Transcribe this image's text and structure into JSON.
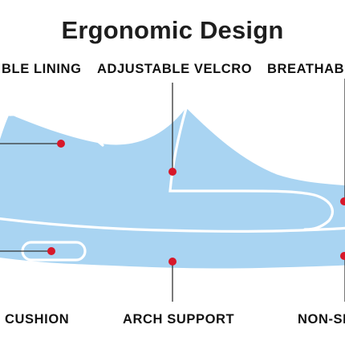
{
  "title": "Ergonomic Design",
  "labels": {
    "top_left": "BLE LINING",
    "top_center": "ADJUSTABLE VELCRO",
    "top_right": "BREATHABI",
    "bottom_left": "CUSHION",
    "bottom_center": "ARCH SUPPORT",
    "bottom_right": "NON-SL"
  },
  "colors": {
    "shoe_fill": "#a9d4f2",
    "outline": "#ffffff",
    "marker": "#d7182a",
    "leader": "#333333",
    "text": "#111111"
  }
}
